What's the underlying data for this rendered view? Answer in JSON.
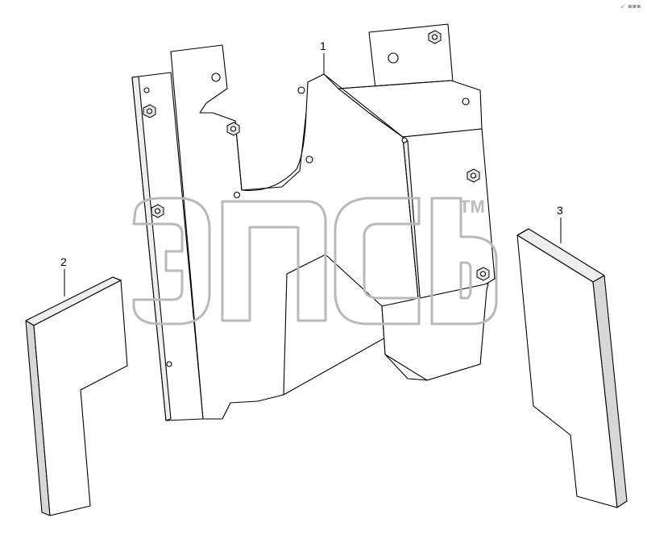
{
  "diagram": {
    "callouts": [
      {
        "id": "1",
        "label": "1"
      },
      {
        "id": "2",
        "label": "2"
      },
      {
        "id": "3",
        "label": "3"
      }
    ],
    "watermark": {
      "text": "эпсь",
      "trademark": "TM"
    },
    "corner_mark": "↙ ▪▪▪"
  }
}
